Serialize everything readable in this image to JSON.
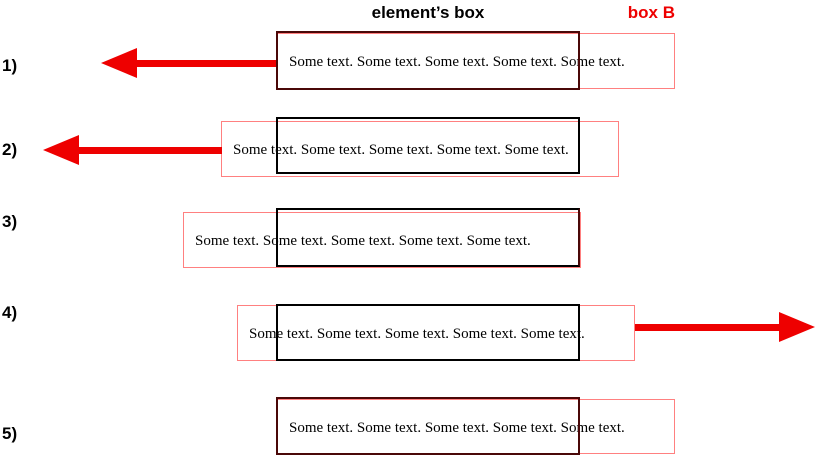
{
  "figure": {
    "header": {
      "elements_box": "element’s box",
      "box_b": "box B"
    },
    "sample_text": "Some text. Some text. Some text. Some text. Some text.",
    "rows": [
      {
        "label": "1)",
        "arrow": "left",
        "box_b_position": "flush-left, overflowing right"
      },
      {
        "label": "2)",
        "arrow": "left",
        "box_b_position": "shifted left of element box"
      },
      {
        "label": "3)",
        "arrow": "none",
        "box_b_position": "flush-right"
      },
      {
        "label": "4)",
        "arrow": "right",
        "box_b_position": "shifted left, moving right"
      },
      {
        "label": "5)",
        "arrow": "none",
        "box_b_position": "flush-left, overflowing right"
      }
    ],
    "colors": {
      "arrow": "#ee0000",
      "box_b_border": "#ff8080",
      "box_b_label": "#ee0000",
      "element_box_border": "#000000",
      "text": "#000000"
    }
  }
}
